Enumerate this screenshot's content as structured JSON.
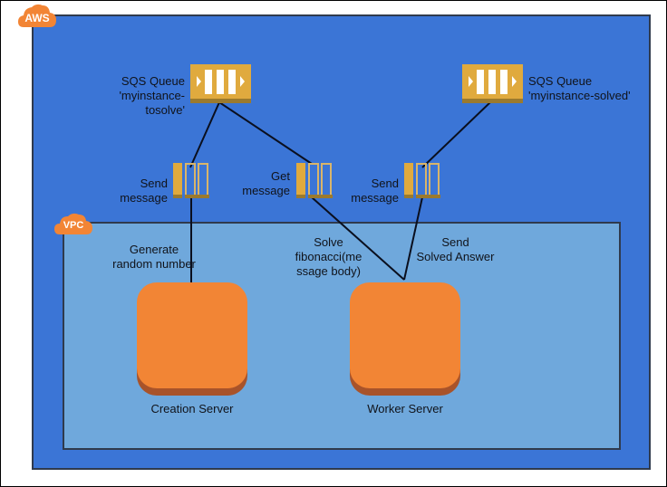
{
  "diagram": {
    "aws_badge": "AWS",
    "vpc_badge": "VPC",
    "colors": {
      "aws_fill": "#3b75d6",
      "vpc_fill": "#6fa8dc",
      "badge_orange": "#f28535",
      "queue_gold": "#e0aa3e",
      "server_orange": "#f28535",
      "line": "#0a0f1e"
    },
    "queues": [
      {
        "name": "queue-tosolve",
        "line1": "SQS Queue",
        "line2": "'myinstance-",
        "line3": "tosolve'"
      },
      {
        "name": "queue-solved",
        "line1": "SQS Queue",
        "line2": "'myinstance-solved'"
      }
    ],
    "messages": [
      {
        "line1": "Send",
        "line2": "message"
      },
      {
        "line1": "Get",
        "line2": "message"
      },
      {
        "line1": "Send",
        "line2": "message"
      }
    ],
    "actions": {
      "generate": {
        "line1": "Generate",
        "line2": "random number"
      },
      "solve": {
        "line1": "Solve",
        "line2": "fibonacci(me",
        "line3": "ssage body)"
      },
      "send_answer": {
        "line1": "Send",
        "line2": "Solved Answer"
      }
    },
    "servers": [
      {
        "label": "Creation Server"
      },
      {
        "label": "Worker Server"
      }
    ]
  }
}
